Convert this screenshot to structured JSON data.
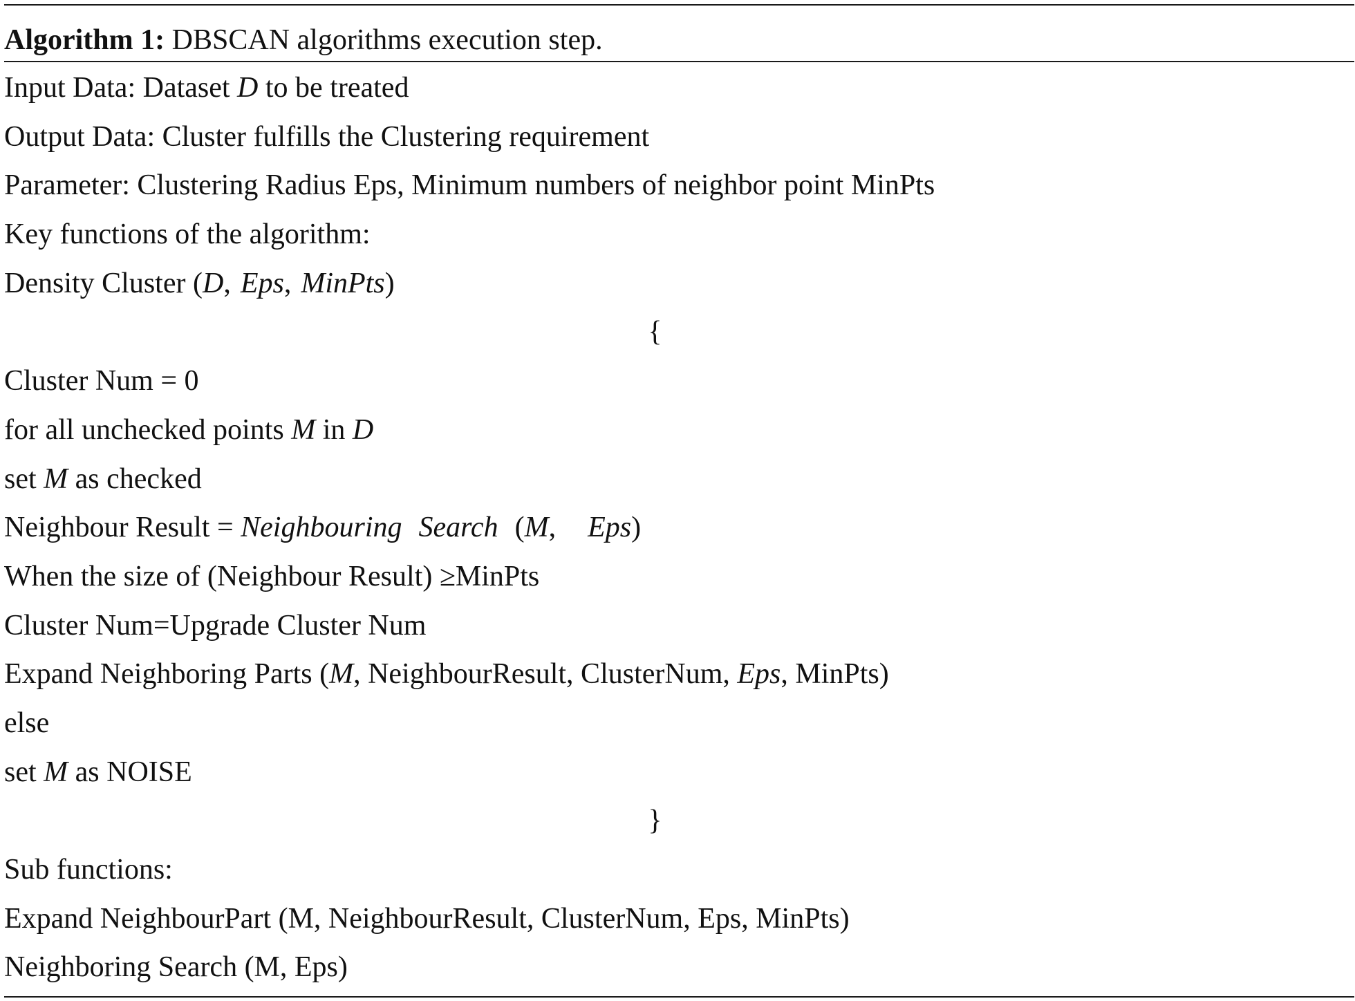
{
  "caption": {
    "label": "Algorithm 1:",
    "title": "DBSCAN algorithms execution step."
  },
  "lines": {
    "input_prefix": "Input Data: Dataset",
    "input_var": "D",
    "input_suffix": "to be treated",
    "output": "Output Data: Cluster fulfills the Clustering requirement",
    "parameter": "Parameter: Clustering Radius Eps, Minimum numbers of neighbor point MinPts",
    "key_functions": "Key functions of the algorithm:",
    "density_name": "Density Cluster",
    "density_open": "(",
    "density_arg1": "D",
    "density_arg2": "Eps",
    "density_arg3": "MinPts",
    "density_close": ")",
    "brace_open": "{",
    "cluster_init": "Cluster Num = 0",
    "for_prefix": "for all unchecked points",
    "for_var": "M",
    "for_in": "in",
    "for_set": "D",
    "set_prefix": "set",
    "set_var": "M",
    "set_suffix": "as checked",
    "nr_left": "Neighbour Result =",
    "nr_func1": "Neighbouring",
    "nr_func2": "Search",
    "nr_open": "(",
    "nr_arg1": "M",
    "nr_comma": ",",
    "nr_arg2": "Eps",
    "nr_close": ")",
    "when": "When the size of (Neighbour Result) ≥MinPts",
    "upgrade": "Cluster Num=Upgrade Cluster Num",
    "expand_prefix": "Expand Neighboring Parts (",
    "expand_var1": "M",
    "expand_mid": ", NeighbourResult, ClusterNum,",
    "expand_var2": "Eps",
    "expand_suffix": ", MinPts)",
    "else": "else",
    "noise_prefix": "set",
    "noise_var": "M",
    "noise_suffix": "as NOISE",
    "brace_close": "}",
    "sub_functions": "Sub functions:",
    "sub_expand": "Expand NeighbourPart (M, NeighbourResult, ClusterNum, Eps, MinPts)",
    "sub_search": "Neighboring Search (M, Eps)"
  }
}
